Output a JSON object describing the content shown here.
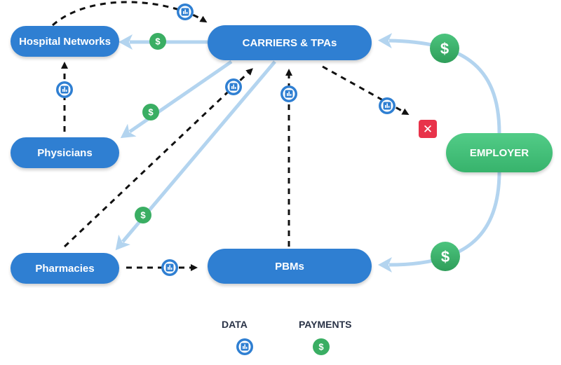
{
  "nodes": {
    "hospital": "Hospital Networks",
    "carriers": "CARRIERS & TPAs",
    "physicians": "Physicians",
    "employer": "EMPLOYER",
    "pharmacies": "Pharmacies",
    "pbms": "PBMs"
  },
  "legend": {
    "data": "DATA",
    "payments": "PAYMENTS"
  },
  "icons": {
    "dollar": "$",
    "reject": "✕"
  },
  "colors": {
    "node_blue": "#2f7fd2",
    "employer_green": "#42c07a",
    "payment_arrow": "#b3d4ef",
    "data_arrow": "#111111",
    "data_icon": "#2f7fd2",
    "payment_icon": "#3aae63",
    "reject": "#e8334a"
  }
}
